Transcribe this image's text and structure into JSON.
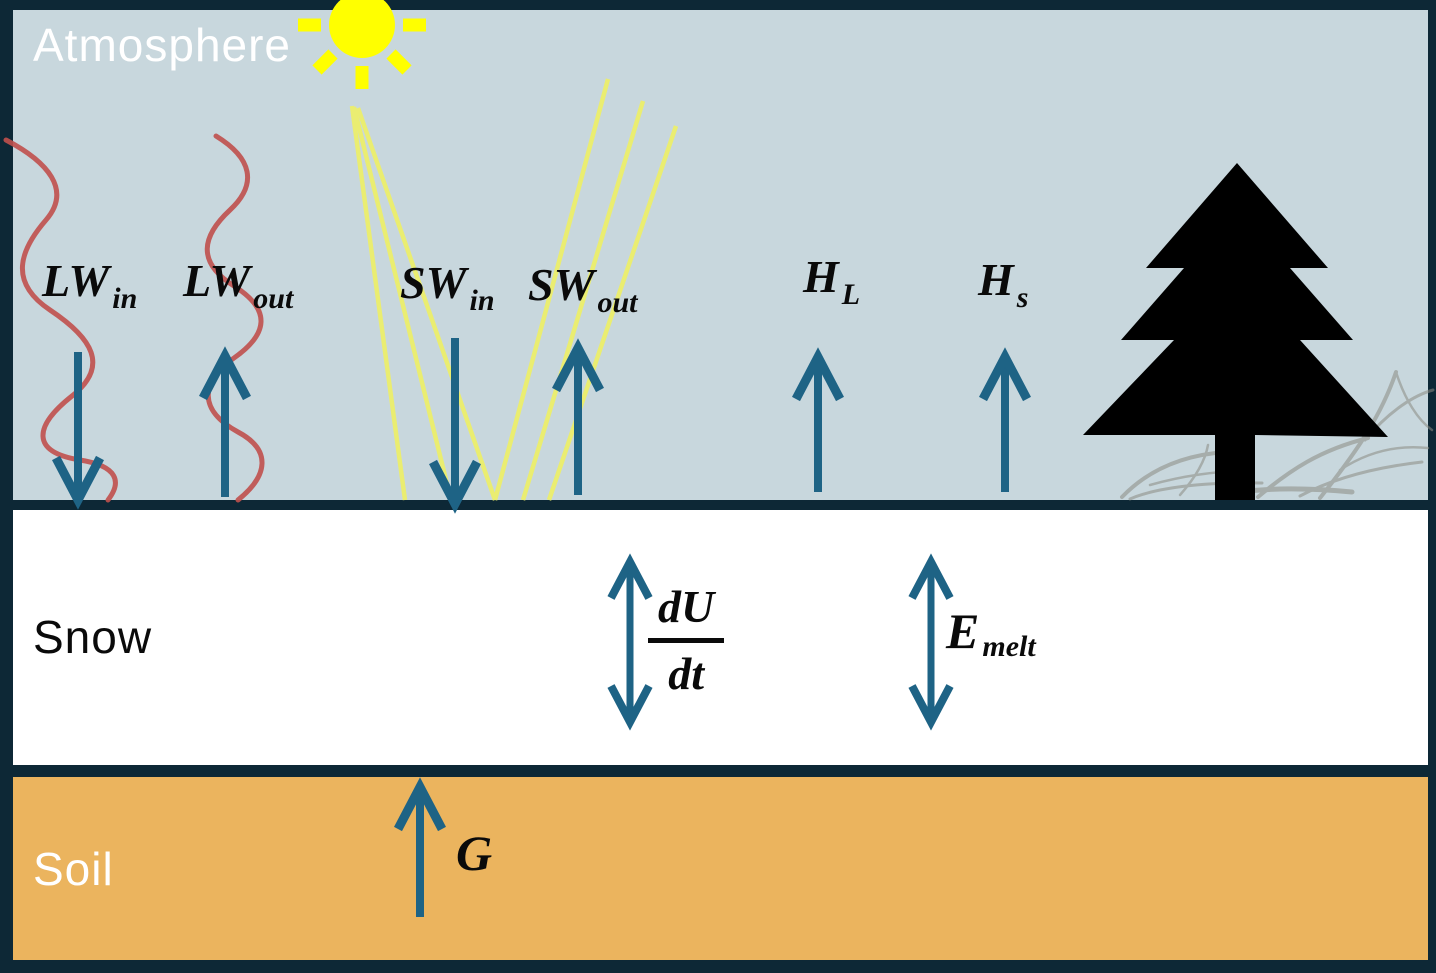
{
  "title": "Snow energy balance diagram",
  "palette": {
    "frame": "#0d2836",
    "atmosphere_bg": "#c8d7dd",
    "snow_bg": "#ffffff",
    "soil_bg": "#ebb45e",
    "arrow_blue": "#1e6385",
    "longwave_red": "#c0504d",
    "sun_yellow": "#ffff00",
    "beam_yellow": "#eef066",
    "tree_black": "#000000",
    "branches_gray": "#8b8b83",
    "label_light": "#ffffff",
    "label_dark": "#0a0a0a"
  },
  "regions": {
    "atmosphere": {
      "label": "Atmosphere"
    },
    "snow": {
      "label": "Snow"
    },
    "soil": {
      "label": "Soil"
    }
  },
  "fluxes": {
    "lw_in": {
      "base": "LW",
      "sub": "in",
      "direction": "down"
    },
    "lw_out": {
      "base": "LW",
      "sub": "out",
      "direction": "up"
    },
    "sw_in": {
      "base": "SW",
      "sub": "in",
      "direction": "down"
    },
    "sw_out": {
      "base": "SW",
      "sub": "out",
      "direction": "up"
    },
    "h_l": {
      "base": "H",
      "sub": "L",
      "direction": "up"
    },
    "h_s": {
      "base": "H",
      "sub": "s",
      "direction": "up"
    },
    "du_dt": {
      "numerator": "dU",
      "denominator": "dt",
      "direction": "both"
    },
    "e_melt": {
      "base": "E",
      "sub": "melt",
      "direction": "both"
    },
    "g": {
      "base": "G",
      "sub": "",
      "direction": "up"
    }
  },
  "icons": {
    "sun": "sun-icon",
    "conifer_tree": "conifer-tree-icon",
    "bare_branches": "bare-branches-icon"
  }
}
